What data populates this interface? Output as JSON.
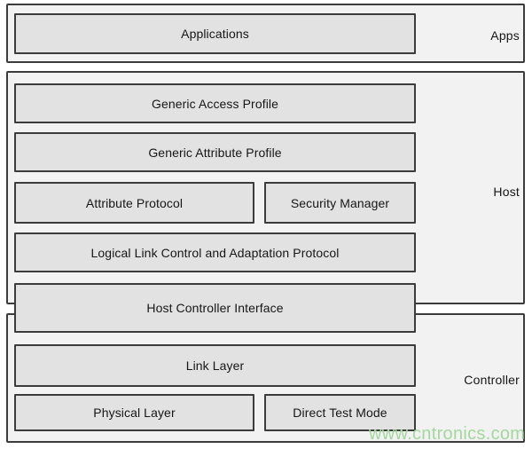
{
  "sections": {
    "apps": {
      "label": "Apps"
    },
    "host": {
      "label": "Host"
    },
    "controller": {
      "label": "Controller"
    }
  },
  "boxes": {
    "applications": "Applications",
    "generic_access_profile": "Generic Access Profile",
    "generic_attribute_profile": "Generic Attribute Profile",
    "attribute_protocol": "Attribute Protocol",
    "security_manager": "Security Manager",
    "l2cap": "Logical Link Control and Adaptation Protocol",
    "hci": "Host Controller Interface",
    "link_layer": "Link Layer",
    "physical_layer": "Physical Layer",
    "direct_test_mode": "Direct Test Mode"
  },
  "watermark": "www.cntronics.com",
  "colors": {
    "band_fill": "#f2f2f2",
    "box_fill": "#e2e2e2",
    "border": "#3c3c3c",
    "text": "#161616",
    "watermark": "#a0d69a"
  }
}
